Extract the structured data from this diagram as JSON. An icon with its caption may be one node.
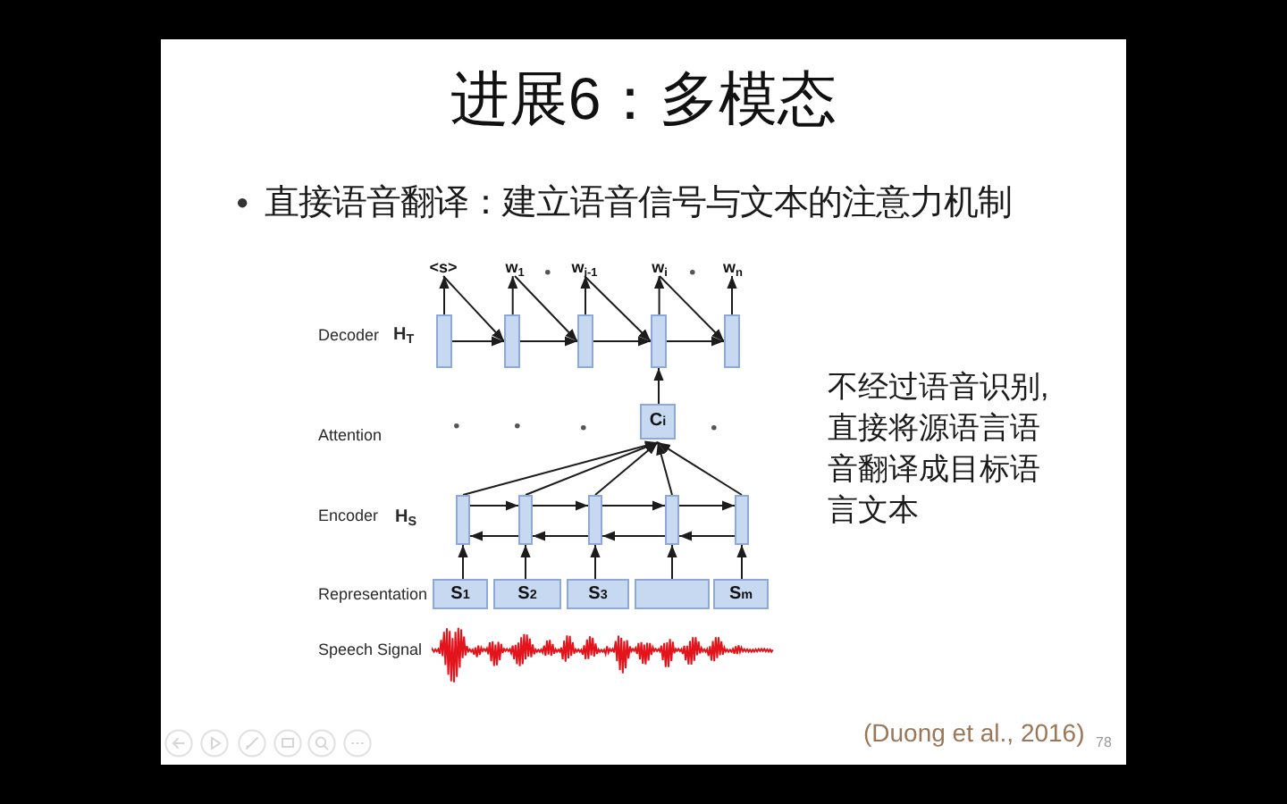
{
  "diagram": {
    "title": "进展6：多模态",
    "nodes": [
      {
        "text": [
          "<s>"
        ]
      },
      {
        "text": [
          "w$_{1}$"
        ]
      },
      {
        "text": [
          "w$_{i-1}$"
        ]
      },
      {
        "text": [
          "w$_{i}$"
        ]
      },
      {
        "text": [
          "w$_{n}$"
        ]
      },
      {
        "text": [],
        "shape": "box"
      },
      {
        "text": [],
        "shape": "box"
      },
      {
        "text": [],
        "shape": "box"
      },
      {
        "text": [],
        "shape": "box"
      },
      {
        "text": [],
        "shape": "box"
      },
      {
        "text": [
          "C$_{i}$"
        ]
      },
      {
        "text": [],
        "shape": "box"
      },
      {
        "text": [],
        "shape": "box"
      },
      {
        "text": [],
        "shape": "box"
      },
      {
        "text": [],
        "shape": "box"
      },
      {
        "text": [],
        "shape": "box"
      },
      {
        "text": [
          "S$_{1}$"
        ]
      },
      {
        "text": [
          "S$_{2}$"
        ]
      },
      {
        "text": [
          "S$_{3}$"
        ]
      },
      {
        "text": [],
        "shape": "box"
      },
      {
        "text": [
          "S$_{m}$"
        ]
      }
    ],
    "edges": [
      {
        "from": 5,
        "to": 0,
        "arrow": "to"
      },
      {
        "from": 0,
        "to": 6,
        "arrow": "to"
      },
      {
        "from": 5,
        "to": 6,
        "arrow": "to"
      },
      {
        "from": 6,
        "to": 1,
        "arrow": "to"
      },
      {
        "from": 1,
        "to": 7,
        "arrow": "to"
      },
      {
        "from": 6,
        "to": 7,
        "arrow": "to"
      },
      {
        "from": 7,
        "to": 2,
        "arrow": "to"
      },
      {
        "from": 2,
        "to": 8,
        "arrow": "to"
      },
      {
        "from": 7,
        "to": 8,
        "arrow": "to"
      },
      {
        "from": 8,
        "to": 3,
        "arrow": "to"
      },
      {
        "from": 3,
        "to": 9,
        "arrow": "to"
      },
      {
        "from": 8,
        "to": 9,
        "arrow": "to"
      },
      {
        "from": 9,
        "to": 4,
        "arrow": "to"
      },
      {
        "from": 10,
        "to": 8,
        "arrow": "to"
      },
      {
        "from": 11,
        "to": 10,
        "arrow": "to"
      },
      {
        "from": 12,
        "to": 10,
        "arrow": "to"
      },
      {
        "from": 13,
        "to": 10,
        "arrow": "to"
      },
      {
        "from": 14,
        "to": 10,
        "arrow": "to"
      },
      {
        "from": 15,
        "to": 10,
        "arrow": "to"
      },
      {
        "from": 11,
        "to": 12,
        "arrow": "to"
      },
      {
        "from": 12,
        "to": 13,
        "arrow": "to"
      },
      {
        "from": 13,
        "to": 14,
        "arrow": "to"
      },
      {
        "from": 14,
        "to": 15,
        "arrow": "to"
      },
      {
        "from": 12,
        "to": 11,
        "arrow": "to"
      },
      {
        "from": 13,
        "to": 12,
        "arrow": "to"
      },
      {
        "from": 14,
        "to": 13,
        "arrow": "to"
      },
      {
        "from": 15,
        "to": 14,
        "arrow": "to"
      },
      {
        "from": 16,
        "to": 11,
        "arrow": "to"
      },
      {
        "from": 17,
        "to": 12,
        "arrow": "to"
      },
      {
        "from": 18,
        "to": 13,
        "arrow": "to"
      },
      {
        "from": 19,
        "to": 14,
        "arrow": "to"
      },
      {
        "from": 20,
        "to": 15,
        "arrow": "to"
      }
    ],
    "labels": [
      "直接语音翻译：建立语音信号与文本的注意力机制",
      "Decoder",
      "H$_{T}$",
      "Attention",
      "不经过语音识别,直接将源语言语音翻译成目标语言文本",
      "Encoder",
      "H$_{S}$",
      "Representation",
      "Speech Signal",
      "(Duong et al., 2016)",
      "78"
    ]
  }
}
